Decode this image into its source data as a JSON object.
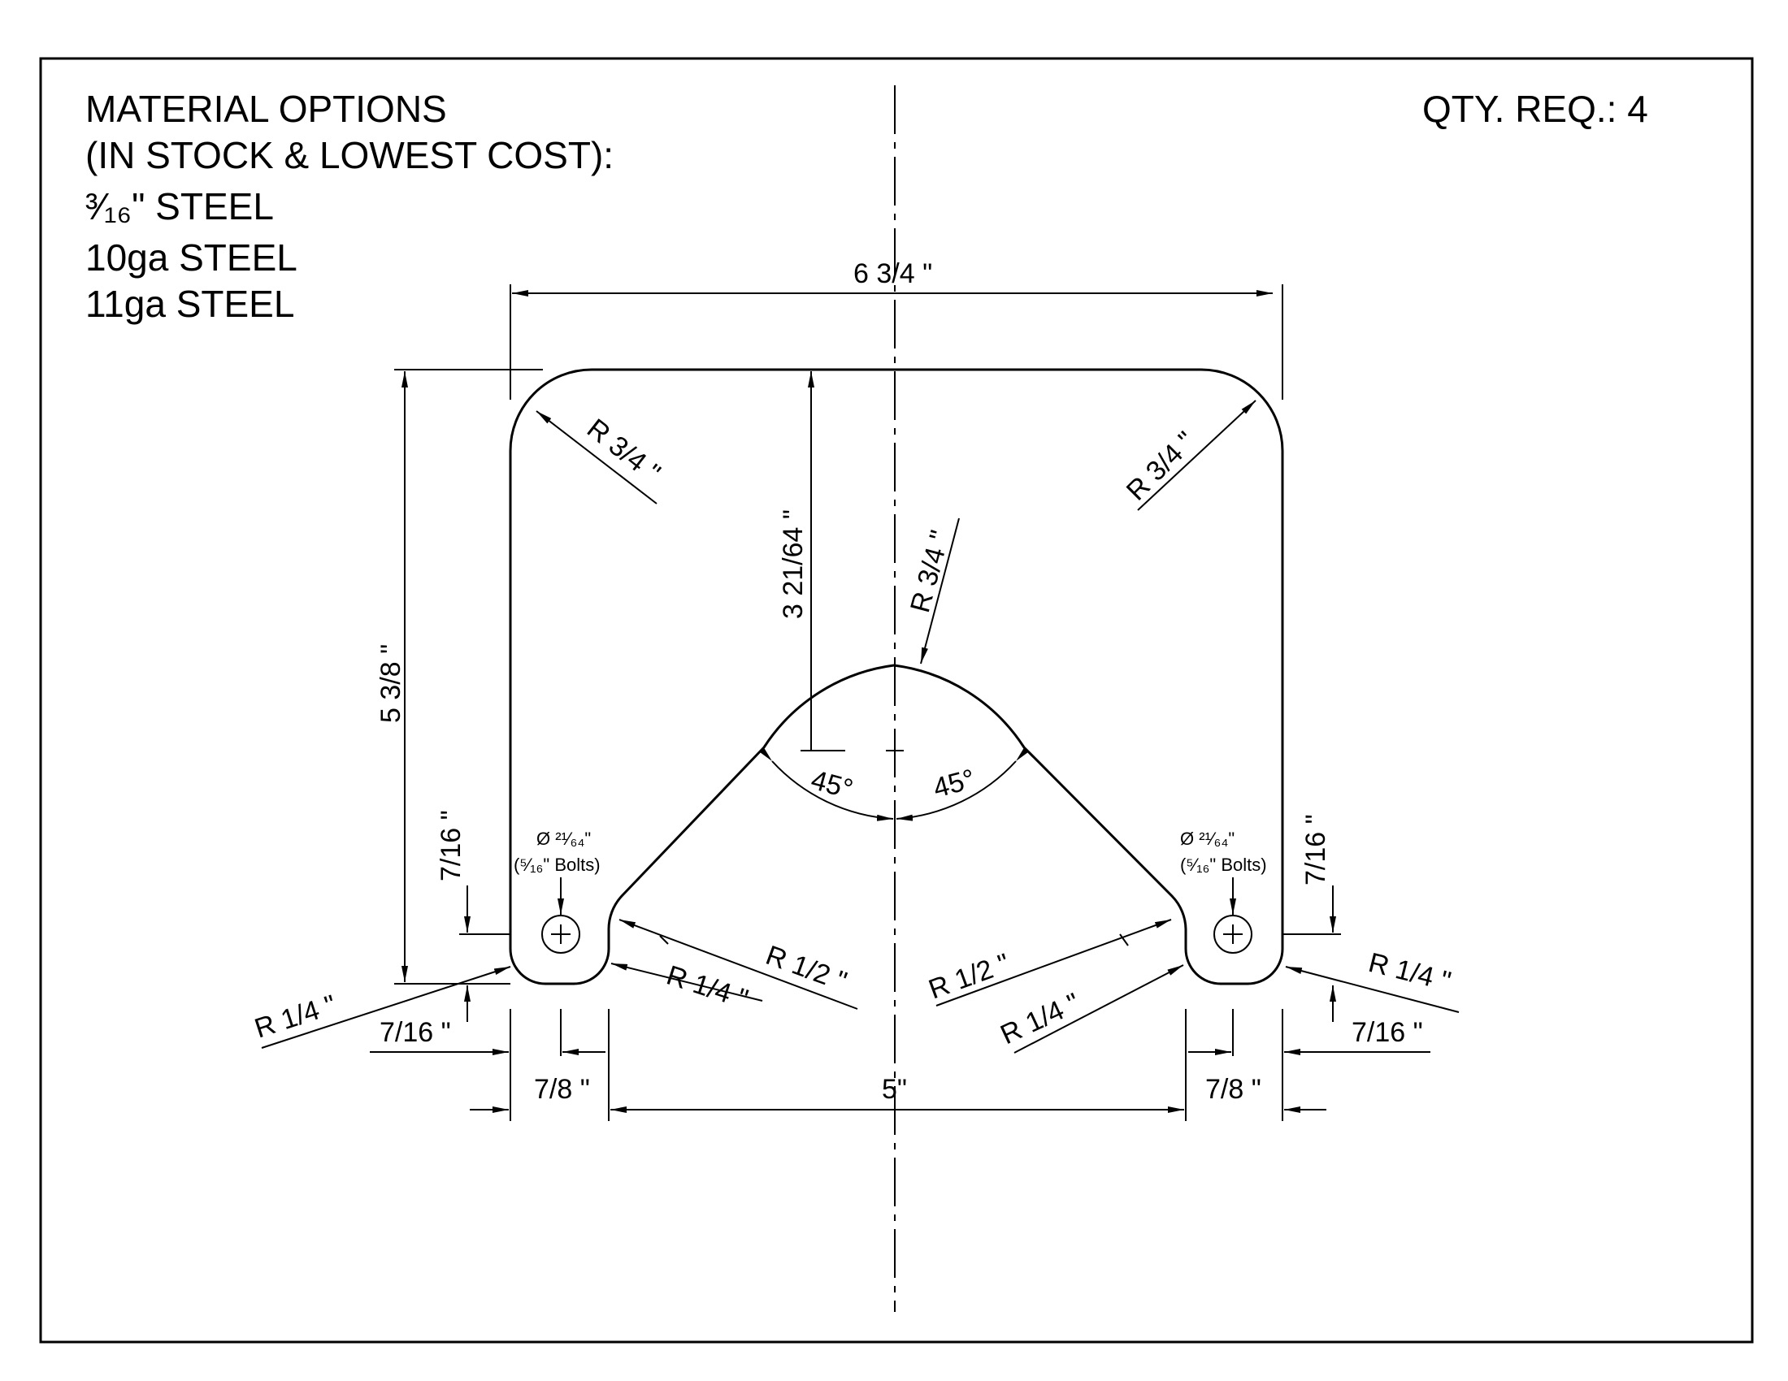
{
  "notes": {
    "material_heading": "MATERIAL OPTIONS",
    "material_subheading": "(IN STOCK & LOWEST COST):",
    "option_1": "³⁄₁₆\" STEEL",
    "option_2": "10ga STEEL",
    "option_3": "11ga STEEL",
    "qty": "QTY. REQ.: 4"
  },
  "dimensions": {
    "overall_width": "6 3/4 \"",
    "overall_height": "5 3/8 \"",
    "notch_depth": "3 21/64 \"",
    "top_left_radius": "R  3/4 \"",
    "top_right_radius": "R  3/4 \"",
    "notch_radius": "R  3/4 \"",
    "angle_left": "45°",
    "angle_right": "45°",
    "hole_height_left": "7/16 \"",
    "hole_height_right": "7/16 \"",
    "hole_left_label": "Ø ²¹⁄₆₄\"",
    "hole_left_note": "(⁵⁄₁₆\" Bolts)",
    "hole_right_label": "Ø ²¹⁄₆₄\"",
    "hole_right_note": "(⁵⁄₁₆\" Bolts)",
    "foot_outer_radius_left": "R  1/4 \"",
    "foot_inner_radius_left": "R  1/4 \"",
    "foot_big_radius_left": "R  1/2 \"",
    "foot_big_radius_right": "R  1/2 \"",
    "foot_inner_radius_right": "R  1/4 \"",
    "foot_outer_radius_right": "R  1/4 \"",
    "hole_offset_left": "7/16 \"",
    "hole_offset_right": "7/16 \"",
    "foot_width_left": "7/8 \"",
    "foot_width_right": "7/8 \"",
    "gap_width": "5\""
  }
}
